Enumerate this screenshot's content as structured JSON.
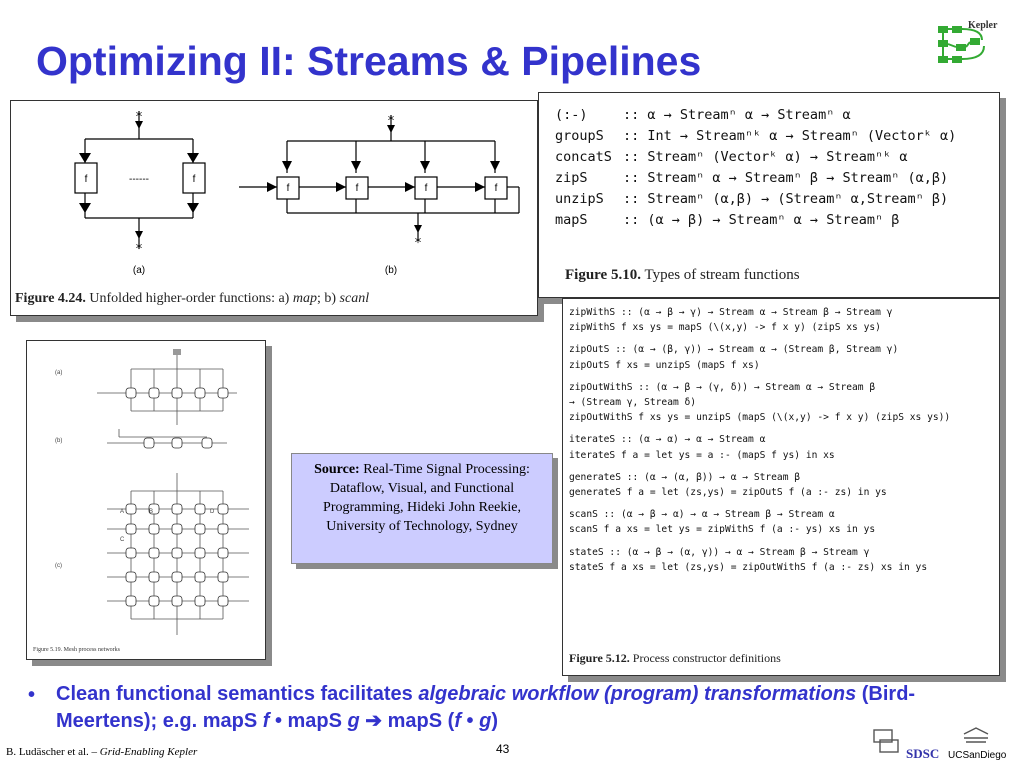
{
  "slide": {
    "title": "Optimizing II: Streams & Pipelines",
    "page_number": "43",
    "footer_author": "B. Ludäscher et al. – ",
    "footer_title": "Grid-Enabling Kepler"
  },
  "logos": {
    "kepler": "Kepler",
    "sdsc": "SDSC",
    "ucsd": "UCSanDiego"
  },
  "fig424": {
    "label_a": "(a)",
    "label_b": "(b)",
    "caption_num": "Figure 4.24.",
    "caption_text": " Unfolded higher-order functions: a) ",
    "caption_map": "map",
    "caption_mid": "; b) ",
    "caption_scanl": "scanl",
    "node_label": "f",
    "dashes": "------"
  },
  "fig510": {
    "rows": [
      {
        "name": "(:-)",
        "sig": ":: α → Streamⁿ α → Streamⁿ α"
      },
      {
        "name": "groupS",
        "sig": ":: Int → Streamⁿᵏ α → Streamⁿ (Vectorᵏ α)"
      },
      {
        "name": "concatS",
        "sig": ":: Streamⁿ (Vectorᵏ α) → Streamⁿᵏ α"
      },
      {
        "name": "zipS",
        "sig": ":: Streamⁿ α → Streamⁿ β → Streamⁿ (α,β)"
      },
      {
        "name": "unzipS",
        "sig": ":: Streamⁿ (α,β) → (Streamⁿ α,Streamⁿ β)"
      },
      {
        "name": "mapS",
        "sig": ":: (α → β) → Streamⁿ α → Streamⁿ β"
      }
    ],
    "caption_num": "Figure 5.10.",
    "caption_text": " Types of stream functions"
  },
  "fig512": {
    "lines": [
      "zipWithS :: (α → β → γ) → Stream α → Stream β → Stream γ",
      "zipWithS f xs ys  = mapS (\\(x,y) -> f x y) (zipS xs ys)",
      "",
      "zipOutS :: (α → (β, γ)) → Stream α → (Stream β, Stream γ)",
      "zipOutS f xs = unzipS (mapS f xs)",
      "",
      "zipOutWithS :: (α → β → (γ, δ)) → Stream α → Stream β",
      "                        → (Stream γ, Stream δ)",
      "zipOutWithS f xs ys = unzipS (mapS (\\(x,y) -> f x y) (zipS xs ys))",
      "",
      "iterateS :: (α → α) → α → Stream α",
      "iterateS f a  = let ys = a :- (mapS f ys) in xs",
      "",
      "generateS :: (α → (α, β)) → α → Stream β",
      "generateS f a = let (zs,ys) = zipOutS f (a :- zs) in ys",
      "",
      "scanS :: (α → β → α) → α → Stream β → Stream α",
      "scanS f a xs = let ys = zipWithS f (a :- ys) xs in ys",
      "",
      "stateS :: (α → β → (α, γ)) → α → Stream β → Stream γ",
      "stateS f a xs = let (zs,ys) = zipOutWithS f (a :- zs) xs in ys"
    ],
    "caption_num": "Figure 5.12.",
    "caption_text": " Process constructor definitions"
  },
  "fig519": {
    "label_a": "(a)",
    "label_b": "(b)",
    "label_c": "(c)",
    "col_labels": [
      "A",
      "B",
      "C",
      "D"
    ],
    "caption": "Figure 5.19. Mesh process networks"
  },
  "source_box": {
    "label": "Source:",
    "text": " Real-Time Signal Processing: Dataflow, Visual, and Functional Programming, Hideki John Reekie, University of Technology, Sydney"
  },
  "bullet": {
    "symbol": "•",
    "text1": "Clean functional semantics facilitates ",
    "text_italic": "algebraic workflow (program) transformations",
    "text2": " (Bird-Meertens); e.g. mapS ",
    "f1": "f",
    "dot1": " • mapS ",
    "g1": "g",
    "arrow": " ➔ ",
    "text3": "mapS (",
    "f2": "f",
    "dot2": " • ",
    "g2": "g",
    "text4": ")"
  },
  "colors": {
    "title": "#3333cc",
    "source_bg": "#ccccff",
    "kepler_green": "#33aa33"
  }
}
